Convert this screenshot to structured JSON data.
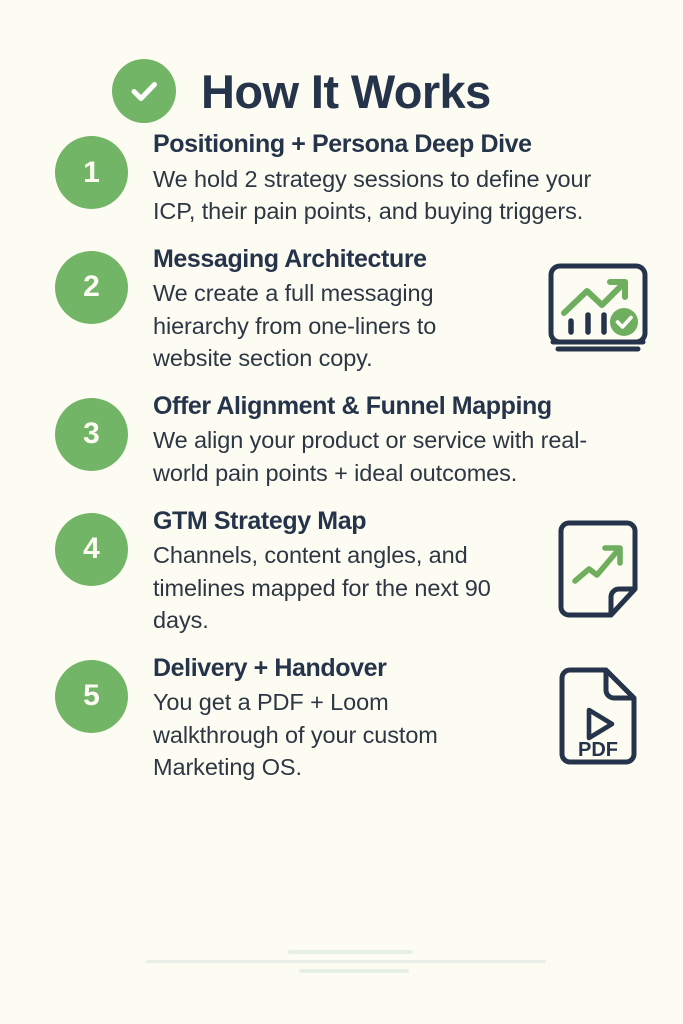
{
  "header": {
    "title": "How It Works",
    "check_icon": "check-circle-icon"
  },
  "steps": [
    {
      "number": "1",
      "title": "Positioning + Persona Deep Dive",
      "description": "We hold 2 strategy sessions to define your ICP, their pain points, and buying triggers.",
      "icon": ""
    },
    {
      "number": "2",
      "title": "Messaging Architecture",
      "description": "We create a full messaging hierarchy from one-liners to website section copy.",
      "icon": "chart-growth-verified-icon"
    },
    {
      "number": "3",
      "title": "Offer Alignment & Funnel Mapping",
      "description": "We align your product or service with real-world pain points + ideal outcomes.",
      "icon": ""
    },
    {
      "number": "4",
      "title": "GTM Strategy Map",
      "description": "Channels, content angles, and timelines mapped for the next 90 days.",
      "icon": "document-trend-arrow-icon"
    },
    {
      "number": "5",
      "title": "Delivery + Handover",
      "description": "You get a PDF + Loom walkthrough of your custom Marketing OS.",
      "icon": "pdf-play-file-icon",
      "icon_label": "PDF"
    }
  ],
  "colors": {
    "background": "#fdfcf2",
    "accent_green": "#73b566",
    "icon_green": "#6fae5e",
    "dark_navy": "#25344a",
    "body_text": "#2d3744",
    "deco_line": "#e8efe6"
  }
}
